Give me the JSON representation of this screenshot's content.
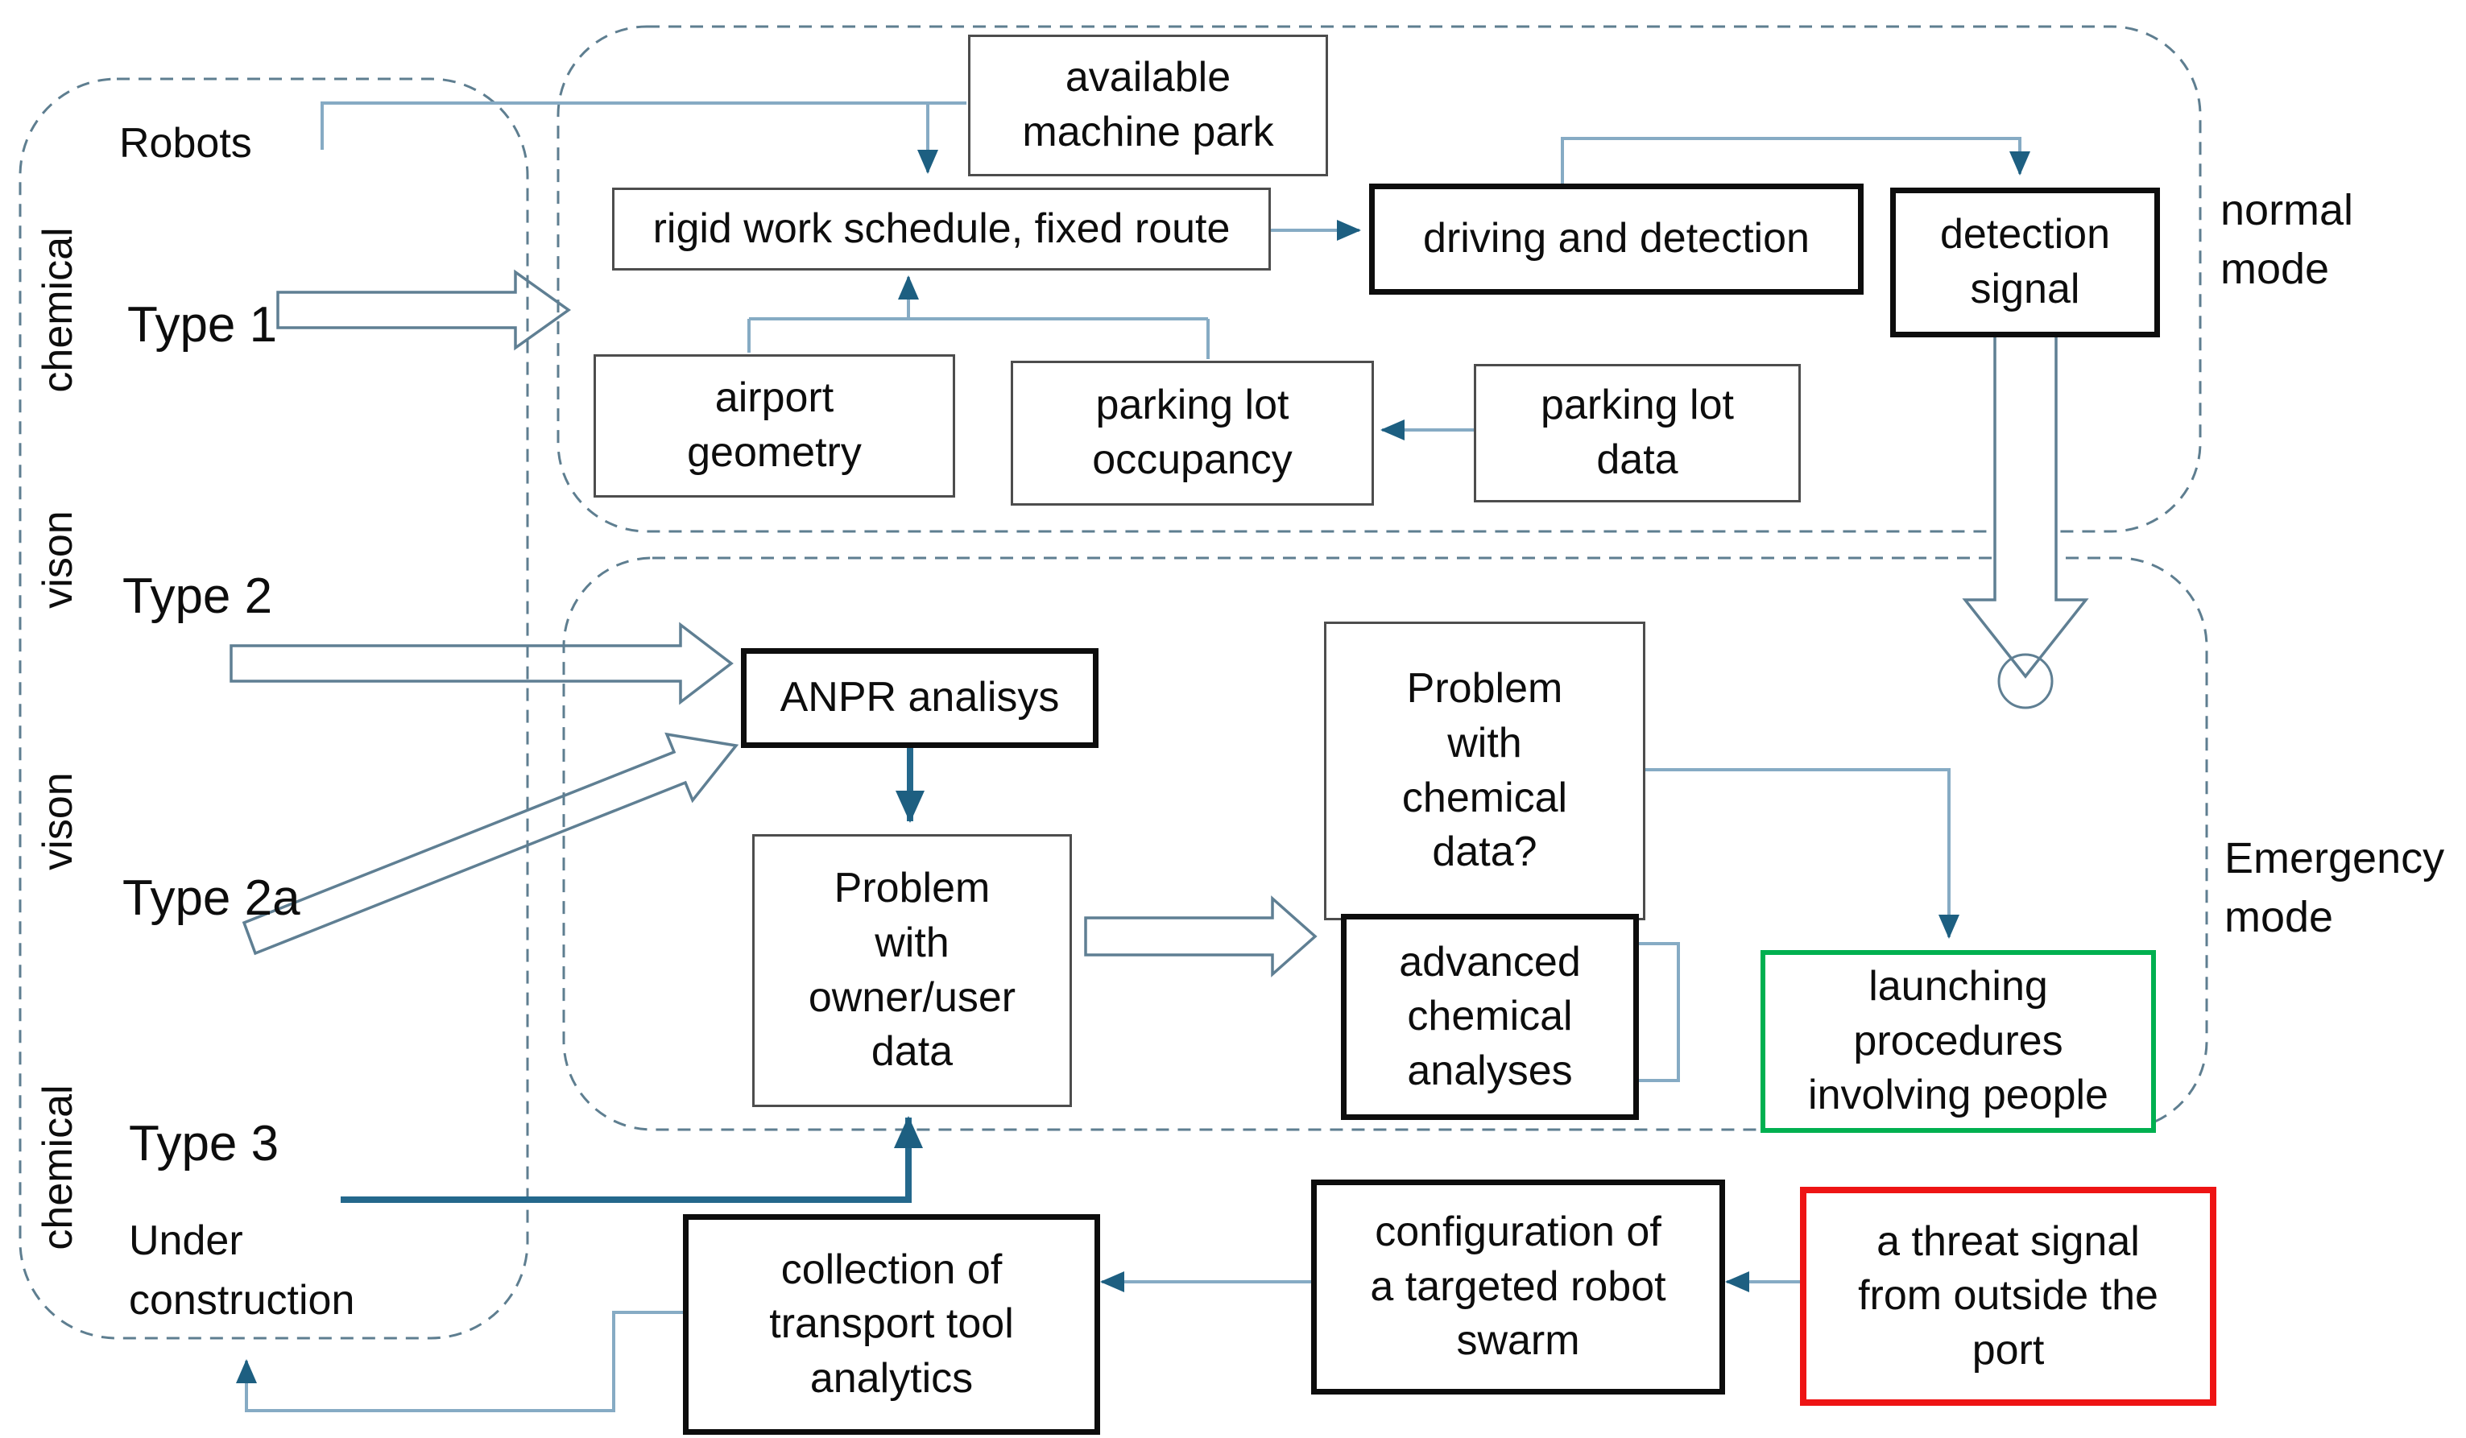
{
  "containers": {
    "robots": {
      "label": "Robots"
    },
    "normal": {
      "label": "normal\nmode"
    },
    "emergency": {
      "label": "Emergency\nmode"
    }
  },
  "robot_types": {
    "type1": {
      "label": "Type 1",
      "sensor": "chemical"
    },
    "type2": {
      "label": "Type 2",
      "sensor": "vison"
    },
    "type2a": {
      "label": "Type 2a",
      "sensor": "vison"
    },
    "type3": {
      "label": "Type 3",
      "sensor": "chemical",
      "status": "Under\nconstruction"
    }
  },
  "boxes": {
    "available_machine_park": {
      "label": "available\nmachine park",
      "style": "thin"
    },
    "rigid_work_schedule": {
      "label": "rigid work schedule, fixed route",
      "style": "thin"
    },
    "driving_and_detection": {
      "label": "driving and detection",
      "style": "thick"
    },
    "detection_signal": {
      "label": "detection\nsignal",
      "style": "thick"
    },
    "airport_geometry": {
      "label": "airport\ngeometry",
      "style": "thin"
    },
    "parking_lot_occupancy": {
      "label": "parking lot\noccupancy",
      "style": "thin"
    },
    "parking_lot_data": {
      "label": "parking lot\ndata",
      "style": "thin"
    },
    "anpr_analysis": {
      "label": "ANPR analisys",
      "style": "thick"
    },
    "problem_owner_user": {
      "label": "Problem\nwith\nowner/user\ndata",
      "style": "thin"
    },
    "problem_chemical": {
      "label": "Problem\nwith\nchemical\ndata?",
      "style": "thin"
    },
    "advanced_chemical": {
      "label": "advanced\nchemical\nanalyses",
      "style": "thick"
    },
    "launching_procedures": {
      "label": "launching\nprocedures\ninvolving people",
      "style": "green"
    },
    "collection_transport": {
      "label": "collection of\ntransport tool\nanalytics",
      "style": "thick"
    },
    "configuration_swarm": {
      "label": "configuration of\na targeted robot\nswarm",
      "style": "thick"
    },
    "threat_signal": {
      "label": "a threat signal\nfrom outside the\nport",
      "style": "red"
    }
  },
  "colors": {
    "dashed_container": "#5e7e90",
    "light_connector": "#86abc4",
    "dark_connector": "#24688c",
    "arrowhead": "#1d5f81",
    "hollow_outline": "#5f7f93",
    "status_green": "#00b050",
    "status_red": "#ee1414",
    "box_black": "#0d0d0d"
  }
}
